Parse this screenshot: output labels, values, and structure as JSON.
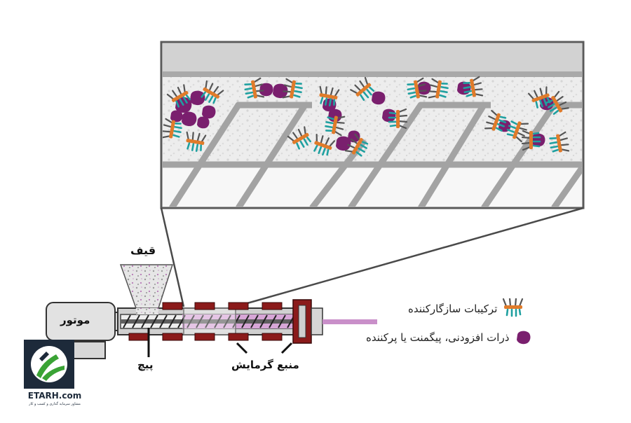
{
  "labels": {
    "hopper": "قیف",
    "motor": "موتور",
    "screw": "پیچ",
    "heater": "منبع گرمایش"
  },
  "legend": [
    {
      "icon": "compatibilizer-molecule-icon",
      "text": "ترکیبات سازگارکننده"
    },
    {
      "icon": "additive-particle-icon",
      "text": "ذرات افزودنی، پیگمنت یا پرکننده"
    }
  ],
  "logo": {
    "brand": "ETARH.com",
    "tagline": "مشاور سرمایه گذاری و کسب و کار"
  },
  "colors": {
    "particle": "#7a1f6e",
    "compat_orange": "#e07b2a",
    "compat_teal": "#1fa0a0",
    "heater_red": "#8b1a1a",
    "melt_pink": "#d7a6d7",
    "barrel_gray": "#bdbdbd",
    "logo_green": "#3aa335",
    "logo_navy": "#1d2a3a"
  }
}
